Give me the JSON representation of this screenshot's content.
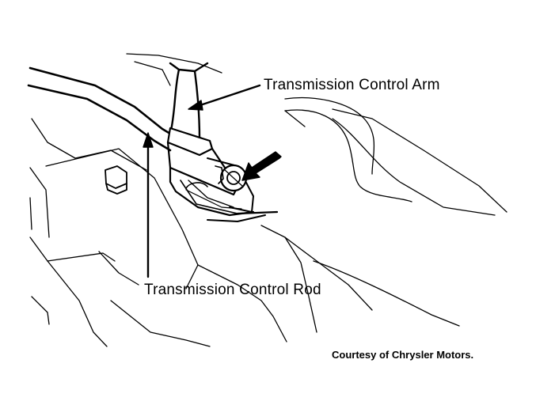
{
  "labels": {
    "control_arm": "Transmission Control Arm",
    "control_rod": "Transmission Control Rod"
  },
  "credit": "Courtesy of Chrysler Motors.",
  "colors": {
    "ink": "#000000",
    "paper": "#ffffff"
  }
}
